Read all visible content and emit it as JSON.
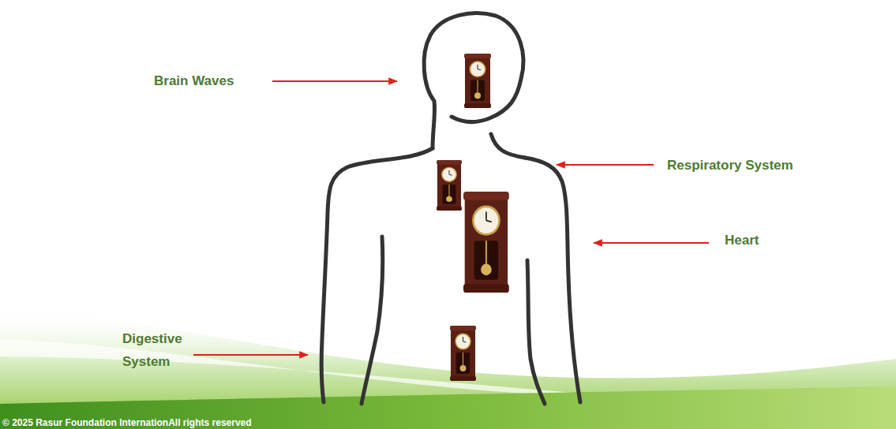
{
  "diagram": {
    "labels": [
      "Brain Waves",
      "Respiratory System",
      "Heart",
      "Digestive System",
      "© 2025 Rasur Foundation InternationAll rights reserved"
    ]
  }
}
